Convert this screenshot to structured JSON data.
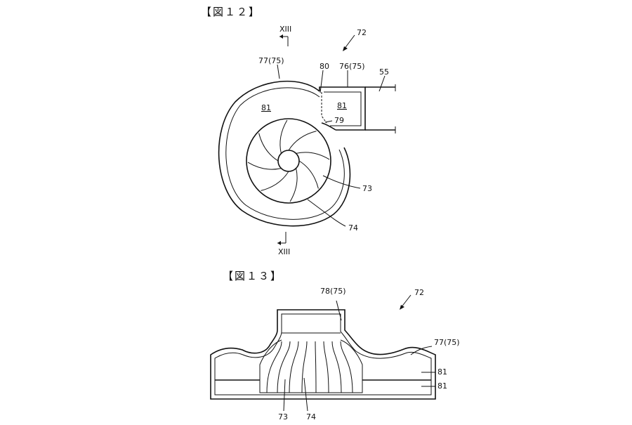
{
  "figure12": {
    "title": "【図１２】",
    "labels": {
      "ref_72": "72",
      "ref_77_75": "77(75)",
      "ref_80": "80",
      "ref_76_75": "76(75)",
      "ref_55": "55",
      "ref_81_left": "81",
      "ref_81_right": "81",
      "ref_79": "79",
      "ref_73": "73",
      "ref_74": "74",
      "section_top": "XIII",
      "section_bottom": "XIII"
    }
  },
  "figure13": {
    "title": "【図１３】",
    "labels": {
      "ref_72": "72",
      "ref_78_75": "78(75)",
      "ref_77_75": "77(75)",
      "ref_81_upper": "81",
      "ref_81_lower": "81",
      "ref_73": "73",
      "ref_74": "74"
    }
  }
}
